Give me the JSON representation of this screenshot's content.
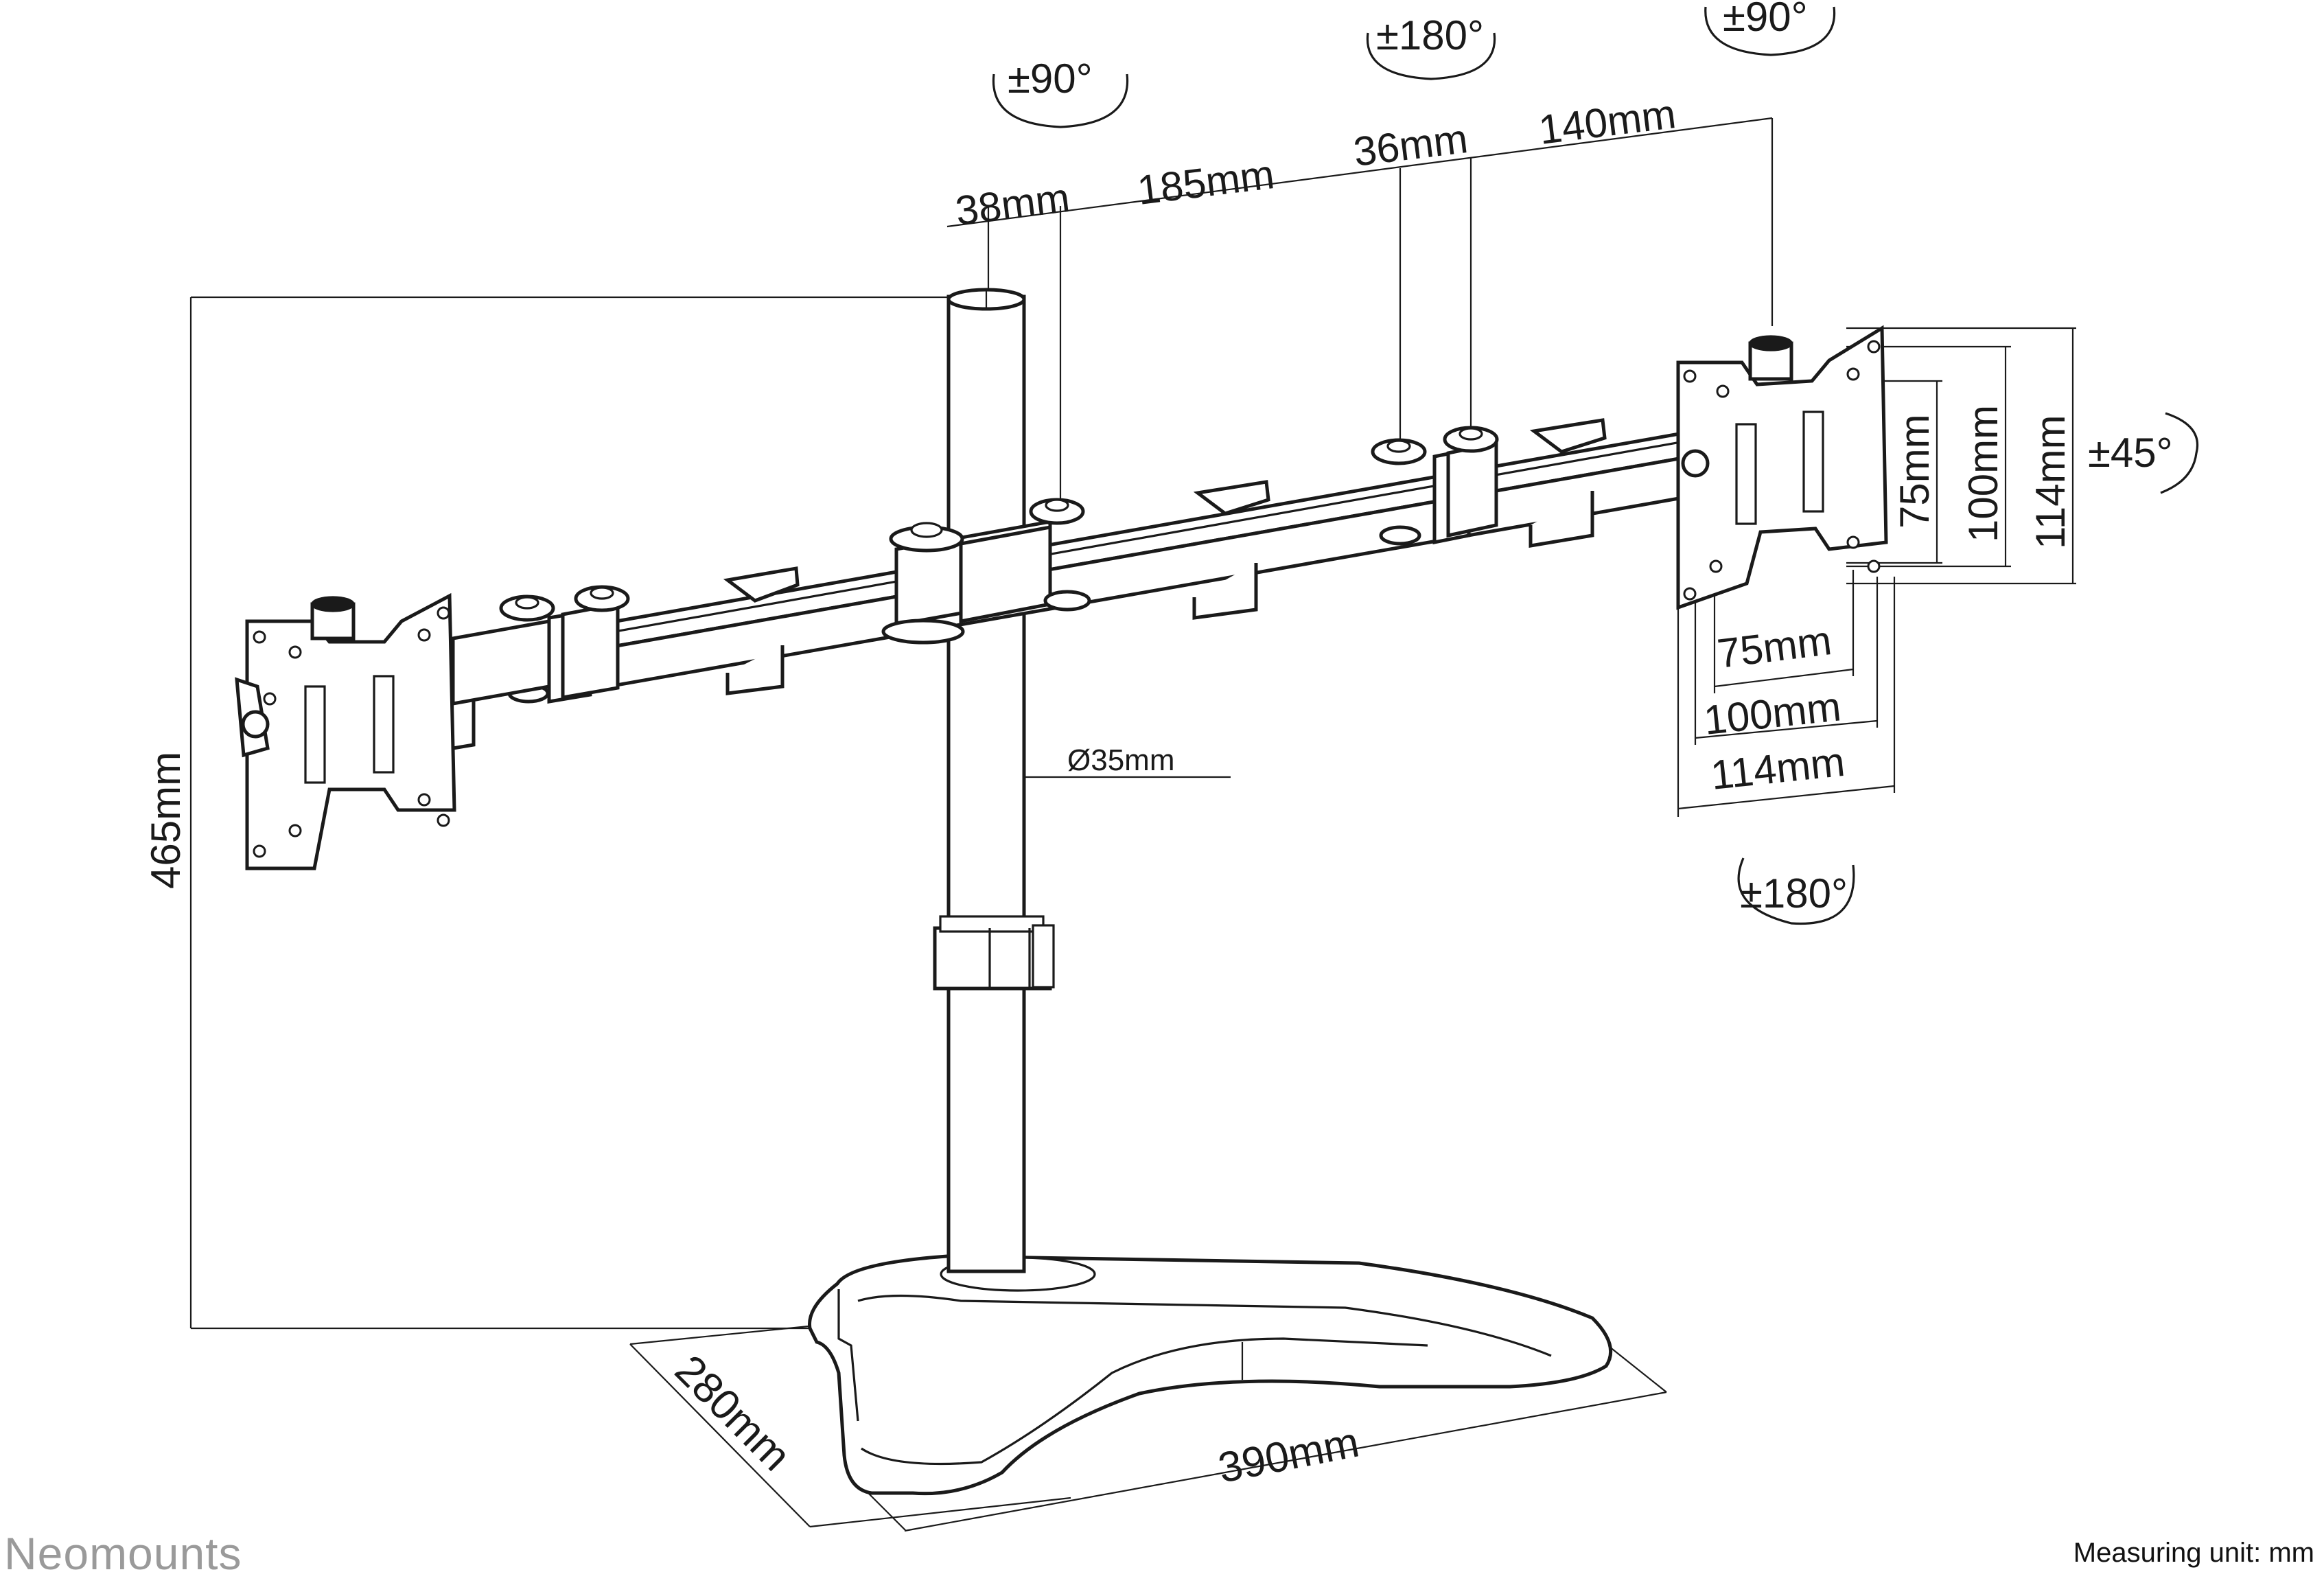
{
  "brand": "Neomounts",
  "measuring_unit": "Measuring unit: mm",
  "dimensions": {
    "total_height": "465mm",
    "pole_top": "38mm",
    "arm_segment": "185mm",
    "joint": "36mm",
    "arm_outer": "140mm",
    "pole_diameter": "Ø35mm",
    "base_depth": "280mm",
    "base_width": "390mm"
  },
  "vesa": {
    "vertical_75": "75mm",
    "vertical_100": "100mm",
    "vertical_114": "114mm",
    "horizontal_75": "75mm",
    "horizontal_100": "100mm",
    "horizontal_114": "114mm"
  },
  "rotations": {
    "pole_swivel": "±90°",
    "arm_joint": "±180°",
    "head_swivel": "±90°",
    "tilt": "±45°",
    "rotate": "±180°"
  }
}
